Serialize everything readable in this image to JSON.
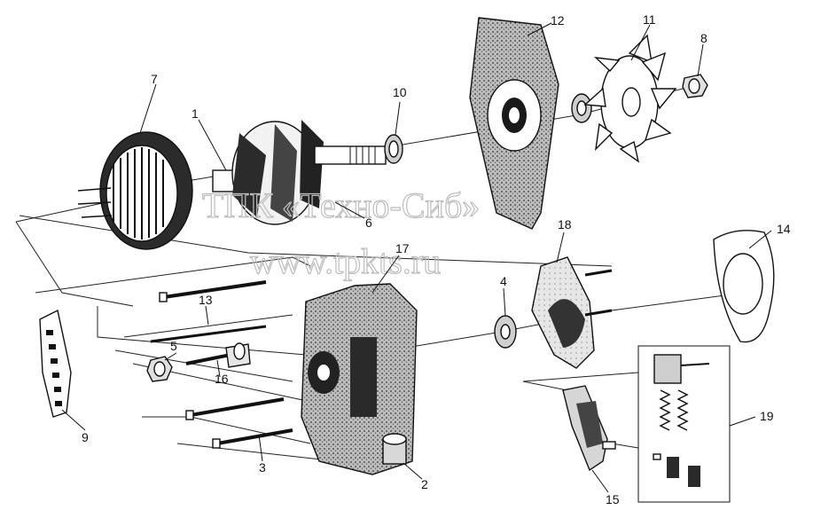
{
  "watermark": {
    "line1": "ТПК «Техно-Сиб»",
    "line2": "www.tpkts.ru"
  },
  "labels": {
    "p1": "1",
    "p2": "2",
    "p3": "3",
    "p4": "4",
    "p5": "5",
    "p6": "6",
    "p7": "7",
    "p8": "8",
    "p9": "9",
    "p10": "10",
    "p11": "11",
    "p12": "12",
    "p13": "13",
    "p14": "14",
    "p15": "15",
    "p16": "16",
    "p17": "17",
    "p18": "18",
    "p19": "19"
  }
}
